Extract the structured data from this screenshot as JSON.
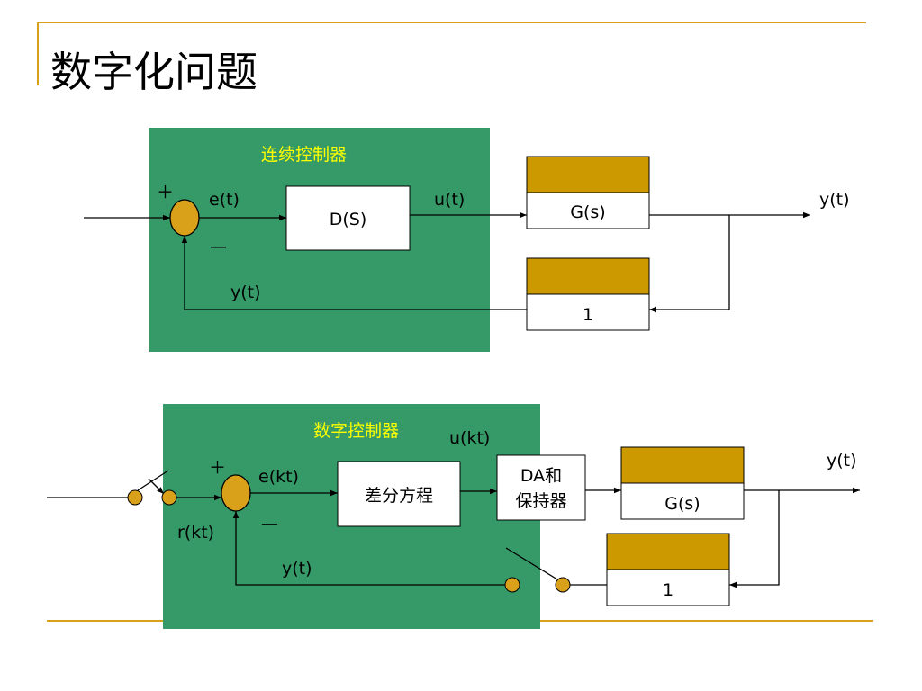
{
  "slide": {
    "title": "数字化问题",
    "accent_color": "#d9a01a",
    "panel_color": "#359a68",
    "junction_color": "#d9a01a"
  },
  "continuous": {
    "panel_label": "连续控制器",
    "plus": "＋",
    "minus": "—",
    "error_label": "e(t)",
    "controller": "D(S)",
    "control_label": "u(t)",
    "plant": "G(s)",
    "output_label": "y(t)",
    "feedback_gain": "1",
    "feedback_label": "y(t)"
  },
  "digital": {
    "panel_label": "数字控制器",
    "plus": "＋",
    "minus": "—",
    "error_label": "e(kt)",
    "sample_label": "r(kt)",
    "controller": "差分方程",
    "control_label": "u(kt)",
    "dac_line1": "DA和",
    "dac_line2": "保持器",
    "plant": "G(s)",
    "output_label": "y(t)",
    "feedback_gain": "1",
    "feedback_label": "y(t)"
  }
}
